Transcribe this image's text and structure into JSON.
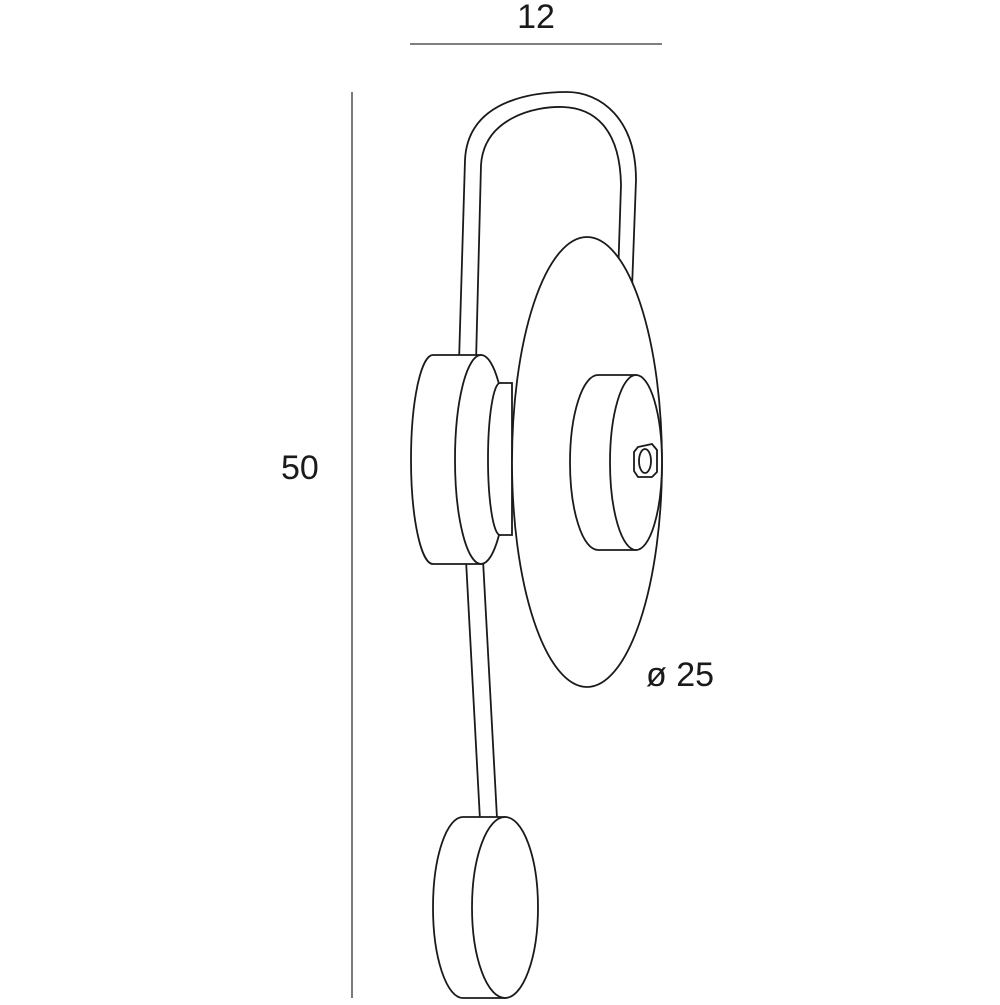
{
  "dimensions": {
    "width": "12",
    "height": "50",
    "diameter_symbol": "ø",
    "diameter": "25"
  },
  "colors": {
    "line": "#1a1a1a",
    "background": "#ffffff"
  }
}
